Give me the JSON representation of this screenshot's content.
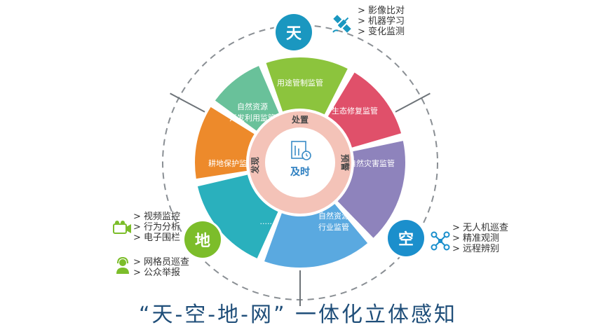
{
  "center": {
    "title": "及时",
    "ring_labels": [
      "处置",
      "预警",
      "发现"
    ],
    "icon": "monitor-clock-icon"
  },
  "segments": [
    {
      "label": "用途管制监管",
      "color": "#8cc43d"
    },
    {
      "label": "生态修复监管",
      "color": "#e0506a"
    },
    {
      "label": "自然灾害监管",
      "color": "#8e83bc"
    },
    {
      "label": "自然资源\n行业监管",
      "color": "#5aa9e0"
    },
    {
      "label": "......",
      "color": "#2ab0bd"
    },
    {
      "label": "耕地保护监管",
      "color": "#ed8a2b"
    },
    {
      "label": "自然资源\n开发利用监管",
      "color": "#69c19a"
    }
  ],
  "tian": {
    "badge": "天",
    "icon": "satellite-icon",
    "items": [
      "> 影像比对",
      "> 机器学习",
      "> 变化监测"
    ]
  },
  "di": {
    "badge": "地",
    "video_icon": "camera-icon",
    "video_items": [
      "> 视频监控",
      "> 行为分析",
      "> 电子围栏"
    ],
    "people_icon": "user-headset-icon",
    "people_items": [
      "> 网格员巡查",
      "> 公众举报"
    ]
  },
  "kong": {
    "badge": "空",
    "icon": "drone-icon",
    "items": [
      "> 无人机巡查",
      "> 精准观测",
      "> 远程辨别"
    ]
  },
  "caption": "“天-空-地-网” 一体化立体感知"
}
